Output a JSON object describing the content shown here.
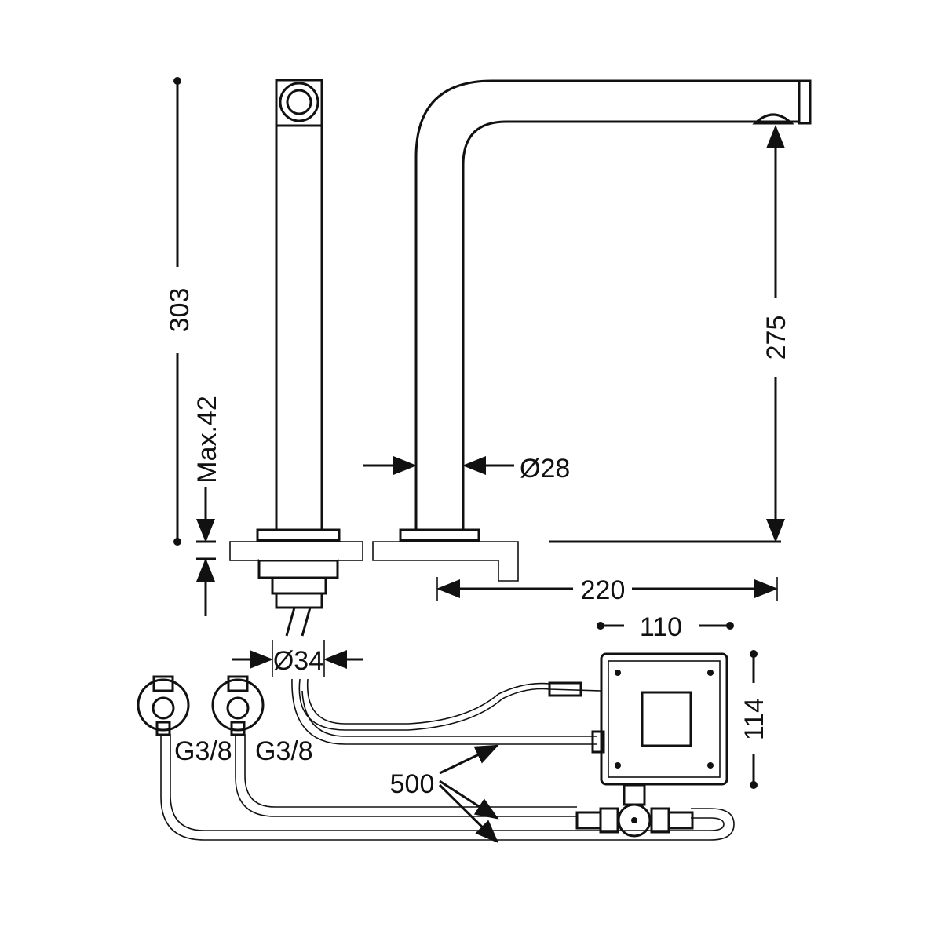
{
  "dimensions": {
    "total_height": "303",
    "max_counter": "Max.42",
    "spout_height": "275",
    "tube_diameter": "Ø28",
    "spout_reach": "220",
    "hole_diameter": "Ø34",
    "box_width": "110",
    "box_height": "114",
    "hose_length": "500",
    "thread_left": "G3/8",
    "thread_right": "G3/8"
  },
  "colors": {
    "line": "#111111",
    "background": "#ffffff"
  }
}
